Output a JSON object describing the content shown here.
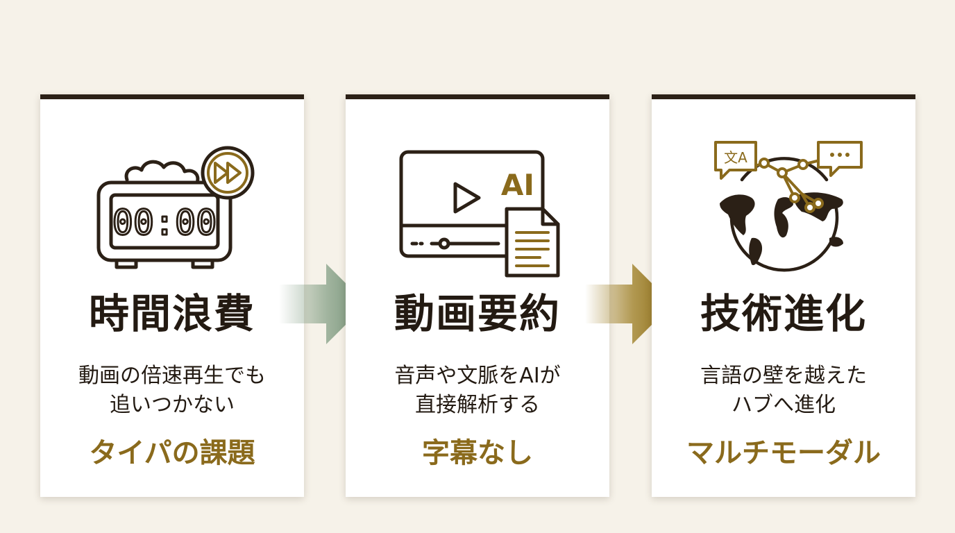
{
  "cards": [
    {
      "title": "時間浪費",
      "desc_line1": "動画の倍速再生でも",
      "desc_line2": "追いつかない",
      "tag": "タイパの課題",
      "icon": "digital-clock-fast-forward-icon",
      "clock_text": "00:00"
    },
    {
      "title": "動画要約",
      "desc_line1": "音声や文脈をAIが",
      "desc_line2": "直接解析する",
      "tag": "字幕なし",
      "icon": "video-ai-document-icon",
      "ai_label": "AI"
    },
    {
      "title": "技術進化",
      "desc_line1": "言語の壁を越えた",
      "desc_line2": "ハブへ進化",
      "tag": "マルチモーダル",
      "icon": "globe-translation-network-icon",
      "translate_label": "文A"
    }
  ],
  "colors": {
    "background": "#f6f2e9",
    "ink": "#231a12",
    "accent_gold": "#8a6a1c",
    "arrow_green": "#7d9a7f",
    "arrow_gold": "#9a7a1e"
  }
}
